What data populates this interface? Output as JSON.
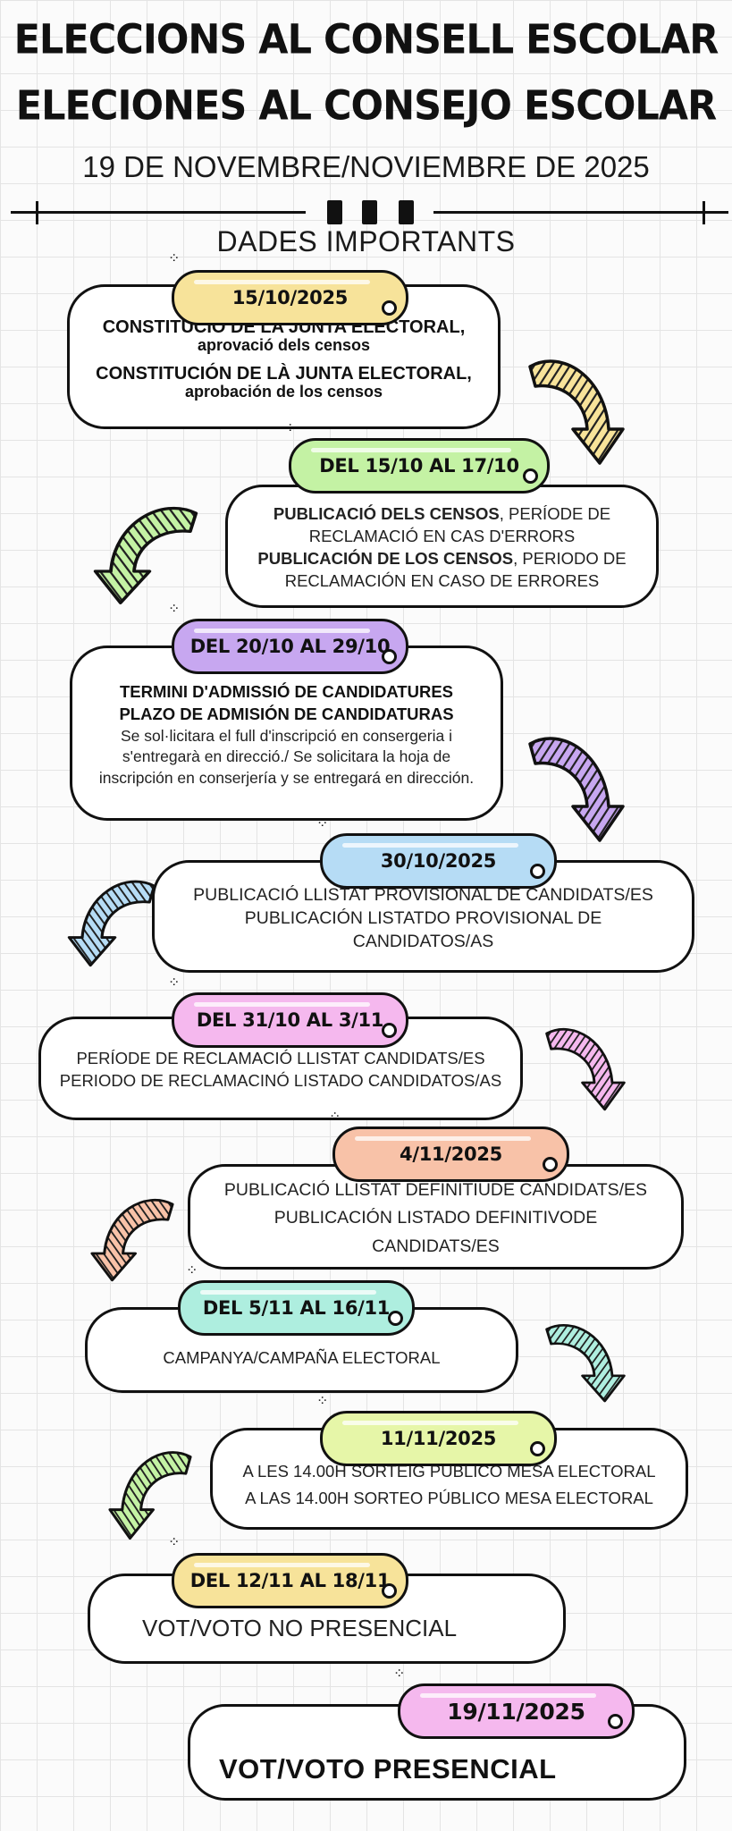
{
  "title_ca": "ELECCIONS AL CONSELL ESCOLAR",
  "title_es": "ELECIONES AL CONSEJO ESCOLAR",
  "date_line": "19 DE NOVEMBRE/NOVIEMBRE DE 2025",
  "section_heading": "DADES IMPORTANTS",
  "colors": {
    "yellow": "#f7e39a",
    "green": "#c4f2a4",
    "purple": "#c7a7f0",
    "blue": "#b6dcf5",
    "pink": "#f5b8ee",
    "salmon": "#f8c2a8",
    "mint": "#aeeedf",
    "lime": "#e6f6a8"
  },
  "steps": [
    {
      "date": "15/10/2025",
      "color": "yellow",
      "lines": [
        {
          "bold": "CONSTITUCIÓ DE LA JUNTA ELECTORAL,",
          "rest": ""
        },
        {
          "bold": "aprovació dels censos",
          "rest": ""
        },
        {
          "bold": "CONSTITUCIÓN DE LÀ JUNTA ELECTORAL,",
          "rest": ""
        },
        {
          "bold": "aprobación de los censos",
          "rest": ""
        }
      ]
    },
    {
      "date": "DEL 15/10  AL 17/10",
      "color": "green",
      "lines": [
        {
          "bold": "PUBLICACIÓ DELS CENSOS",
          "rest": ", PERÍODE DE"
        },
        {
          "bold": "",
          "rest": "RECLAMACIÓ EN CAS D'ERRORS"
        },
        {
          "bold": "PUBLICACIÓN DE LOS CENSOS",
          "rest": ", PERIODO DE"
        },
        {
          "bold": "",
          "rest": "RECLAMACIÓN EN CASO DE ERRORES"
        }
      ]
    },
    {
      "date": "DEL 20/10 AL 29/10",
      "color": "purple",
      "lines": [
        {
          "bold": "TERMINI D'ADMISSIÓ DE CANDIDATURES",
          "rest": ""
        },
        {
          "bold": "PLAZO DE ADMISIÓN DE CANDIDATURAS",
          "rest": ""
        },
        {
          "bold": "",
          "rest": "Se sol·licitara el full d'inscripció en consergeria i"
        },
        {
          "bold": "",
          "rest": "s'entregarà en direcció./ Se solicitara la hoja de"
        },
        {
          "bold": "",
          "rest": "inscripción en conserjería y se entregará en dirección."
        }
      ]
    },
    {
      "date": "30/10/2025",
      "color": "blue",
      "lines": [
        {
          "bold": "",
          "rest": "PUBLICACIÓ LLISTAT PROVISIONAL DE CANDIDATS/ES"
        },
        {
          "bold": "",
          "rest": "PUBLICACIÓN LISTATDO PROVISIONAL DE CANDIDATOS/AS"
        }
      ]
    },
    {
      "date": "DEL 31/10 AL 3/11",
      "color": "pink",
      "lines": [
        {
          "bold": "",
          "rest": "PERÍODE DE RECLAMACIÓ LLISTAT CANDIDATS/ES"
        },
        {
          "bold": "",
          "rest": "PERIODO DE RECLAMACINÓ LISTADO CANDIDATOS/AS"
        }
      ]
    },
    {
      "date": "4/11/2025",
      "color": "salmon",
      "lines": [
        {
          "bold": "",
          "rest": "PUBLICACIÓ LLISTAT DEFINITIUDE CANDIDATS/ES"
        },
        {
          "bold": "",
          "rest": "PUBLICACIÓN LISTADO DEFINITIVODE CANDIDATS/ES"
        }
      ]
    },
    {
      "date": "DEL 5/11 AL 16/11",
      "color": "mint",
      "lines": [
        {
          "bold": "",
          "rest": "CAMPANYA/CAMPAÑA ELECTORAL"
        }
      ]
    },
    {
      "date": "11/11/2025",
      "color": "lime",
      "lines": [
        {
          "bold": "",
          "rest": "A LES 14.00H SORTEIG PÚBLICO MESA ELECTORAL"
        },
        {
          "bold": "",
          "rest": "A LAS 14.00H SORTEO PÚBLICO MESA ELECTORAL"
        }
      ]
    },
    {
      "date": "DEL 12/11 AL 18/11",
      "color": "yellow",
      "lines": [
        {
          "bold": "",
          "rest": "VOT/VOTO NO PRESENCIAL"
        }
      ]
    },
    {
      "date": "19/11/2025",
      "color": "pink",
      "lines": [
        {
          "bold": "VOT/VOTO  PRESENCIAL",
          "rest": ""
        }
      ]
    }
  ]
}
